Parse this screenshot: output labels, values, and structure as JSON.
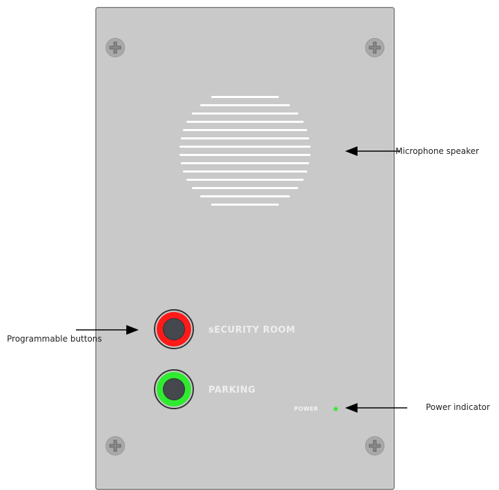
{
  "labels": {
    "speaker": "Microphone speaker",
    "buttons": "Programmable buttons",
    "power": "Power indicator"
  },
  "panel": {
    "buttons": [
      {
        "label": "sECURITY ROOM",
        "ring_color": "#ff1a1a"
      },
      {
        "label": "PARKING",
        "ring_color": "#2fea2f"
      }
    ],
    "power_label": "POWER",
    "power_led_color": "#2fea2f"
  },
  "colors": {
    "panel": "#c9c9c9",
    "grille": "#ffffff",
    "button_cap": "#45484d"
  },
  "icons": {
    "screw": "screw-icon",
    "arrow": "arrow-left-icon"
  }
}
